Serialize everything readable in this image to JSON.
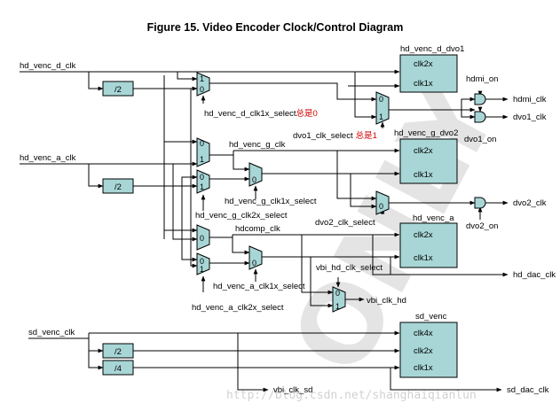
{
  "title": "Figure 15. Video Encoder Clock/Control Diagram",
  "watermark": {
    "text": "ONLY",
    "url": "http://blog.csdn.net/shanghaiqianlun"
  },
  "inputs": {
    "hd_venc_d_clk": "hd_venc_d_clk",
    "hd_venc_a_clk": "hd_venc_a_clk",
    "sd_venc_clk": "sd_venc_clk"
  },
  "dividers": {
    "div_d": "/2",
    "div_a": "/2",
    "div_sd2": "/2",
    "div_sd4": "/4"
  },
  "blocks": {
    "dvo1": {
      "title": "hd_venc_d_dvo1",
      "ports": [
        "clk2x",
        "clk1x"
      ]
    },
    "dvo2": {
      "title": "hd_venc_g_dvo2",
      "ports": [
        "clk2x",
        "clk1x"
      ]
    },
    "venca": {
      "title": "hd_venc_a",
      "ports": [
        "clk2x",
        "clk1x"
      ]
    },
    "sdvenc": {
      "title": "sd_venc",
      "ports": [
        "clk4x",
        "clk2x",
        "clk1x"
      ]
    }
  },
  "selects": {
    "d_clk1x": "hd_venc_d_clk1x_select",
    "d_clk1x_note": "总是0",
    "dvo1": "dvo1_clk_select",
    "dvo1_note": "总是1",
    "g_clk1x": "hd_venc_g_clk1x_select",
    "g_clk2x": "hd_venc_g_clk2x_select",
    "dvo2": "dvo2_clk_select",
    "a_clk1x": "hd_venc_a_clk1x_select",
    "a_clk2x": "hd_venc_a_clk2x_select",
    "vbi_hd": "vbi_hd_clk_select"
  },
  "nets": {
    "hd_venc_g_clk": "hd_venc_g_clk",
    "hdcomp_clk": "hdcomp_clk"
  },
  "enables": {
    "hdmi_on": "hdmi_on",
    "dvo1_on": "dvo1_on",
    "dvo2_on": "dvo2_on"
  },
  "outputs": {
    "hdmi_clk": "hdmi_clk",
    "dvo1_clk": "dvo1_clk",
    "dvo2_clk": "dvo2_clk",
    "hd_dac_clk": "hd_dac_clk",
    "vbi_clk_hd": "vbi_clk_hd",
    "vbi_clk_sd": "vbi_clk_sd",
    "sd_dac_clk": "sd_dac_clk"
  },
  "mux_inputs": {
    "zero": "0",
    "one": "1"
  },
  "colors": {
    "block_fill": "#a8d6d6",
    "wire": "#000000",
    "note": "#d00000"
  }
}
